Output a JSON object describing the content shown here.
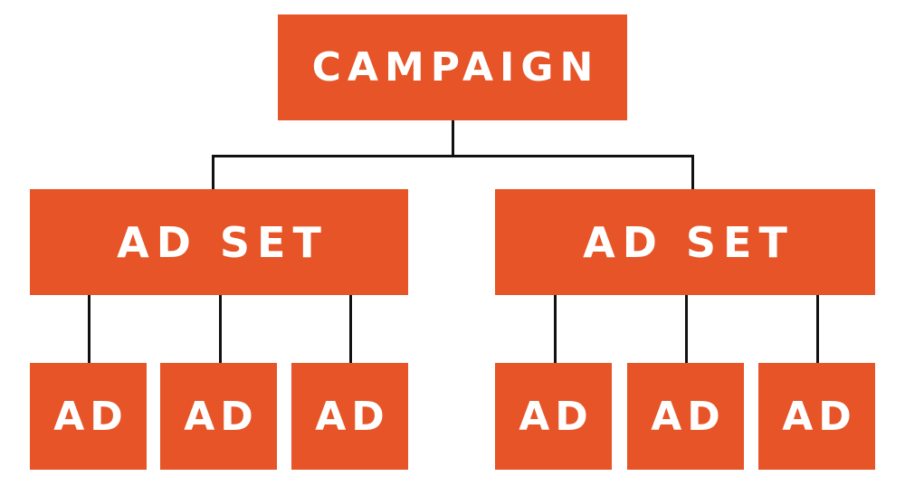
{
  "colors": {
    "box_fill": "#e65427",
    "box_text": "#ffffff",
    "connector": "#111111"
  },
  "campaign": {
    "label": "CAMPAIGN"
  },
  "ad_sets": [
    {
      "label": "AD SET",
      "ads": [
        {
          "label": "AD"
        },
        {
          "label": "AD"
        },
        {
          "label": "AD"
        }
      ]
    },
    {
      "label": "AD SET",
      "ads": [
        {
          "label": "AD"
        },
        {
          "label": "AD"
        },
        {
          "label": "AD"
        }
      ]
    }
  ]
}
